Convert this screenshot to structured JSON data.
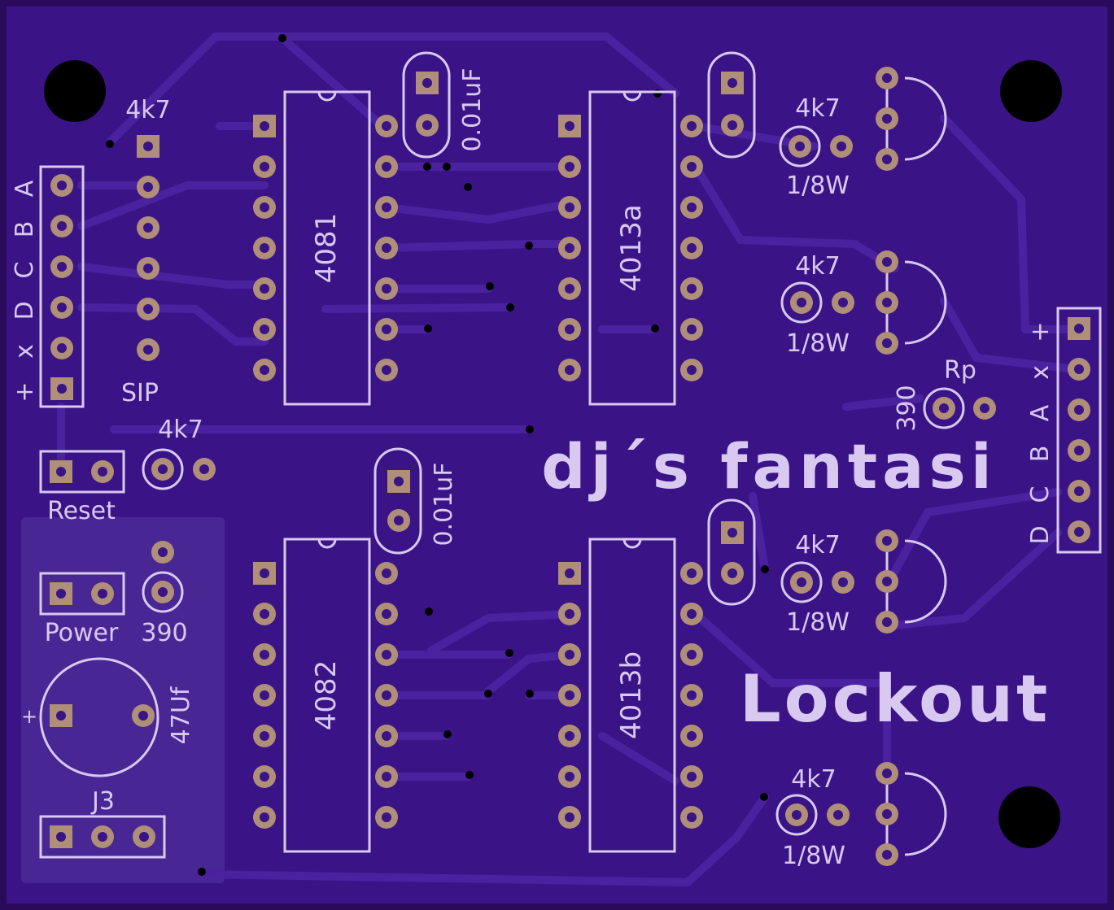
{
  "colors": {
    "board": "#3a1486",
    "board_edge": "#2a0a5a",
    "trace": "#4a22a0",
    "silk": "#d9c8f0",
    "pad": "#b08f78",
    "pad_ring": "#c9a98f",
    "hole": "#000000",
    "via": "#000000",
    "pour": "#4b2a96"
  },
  "title": {
    "line1": "dj´s fantasi",
    "line2": "Lockout"
  },
  "ics": [
    {
      "ref": "4081"
    },
    {
      "ref": "4013a"
    },
    {
      "ref": "4082"
    },
    {
      "ref": "4013b"
    }
  ],
  "capacitors": [
    {
      "value": "0.01uF"
    },
    {
      "value": "0.01uF"
    }
  ],
  "resistors": [
    {
      "value": "4k7",
      "rating": "1/8W"
    },
    {
      "value": "4k7",
      "rating": "1/8W"
    },
    {
      "value": "4k7",
      "rating": "1/8W"
    },
    {
      "value": "4k7",
      "rating": "1/8W"
    }
  ],
  "left": {
    "header_labels": [
      "A",
      "B",
      "C",
      "D",
      "x",
      "+"
    ],
    "sip_label": "SIP",
    "sip_value": "4k7",
    "reset_label": "Reset",
    "reset_res": "4k7",
    "power_label": "Power",
    "power_res": "390",
    "electrolytic": "47Uf",
    "electrolytic_plus": "+",
    "j3": "J3"
  },
  "right": {
    "header_labels": [
      "+",
      "x",
      "A",
      "B",
      "C",
      "D"
    ],
    "rp_label": "Rp",
    "rp_value": "390"
  }
}
